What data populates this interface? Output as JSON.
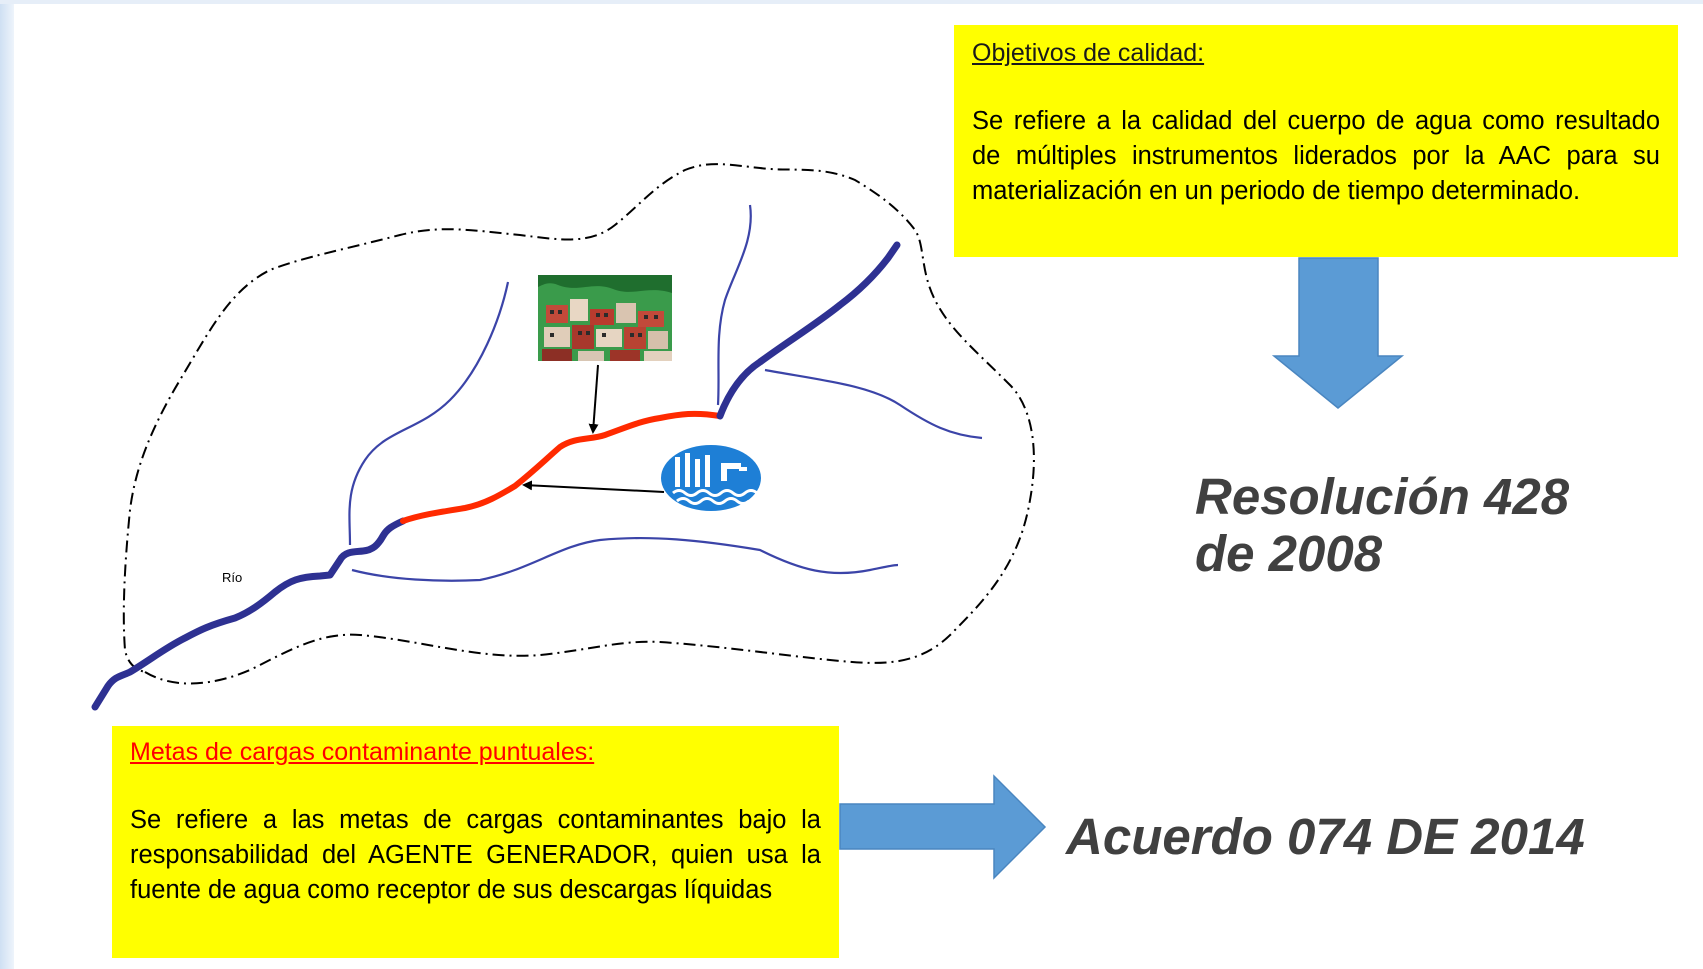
{
  "quality_box": {
    "heading": "Objetivos de calidad:",
    "body": "Se refiere a la calidad del cuerpo de agua como resultado de múltiples instrumentos liderados por la AAC para su materialización en un periodo de tiempo determinado."
  },
  "metas_box": {
    "heading": "Metas de cargas contaminante puntuales:",
    "body": "Se refiere a las metas de cargas contaminantes bajo la responsabilidad del AGENTE GENERADOR, quien usa la fuente de agua como receptor de sus descargas líquidas"
  },
  "resolution_ref": "Resolución 428 de 2008",
  "acuerdo_ref": "Acuerdo 074 DE 2014",
  "river_label": "Río",
  "colors": {
    "box_fill": "#ffff00",
    "arrow_fill": "#5b9bd5",
    "main_river": "#2e3192",
    "polluted_segment": "#ff2a00",
    "tributary": "#3b44a8",
    "metas_heading": "#ff0000"
  },
  "icons": {
    "settlement": "town-picture-icon",
    "industry": "industrial-discharge-icon"
  }
}
